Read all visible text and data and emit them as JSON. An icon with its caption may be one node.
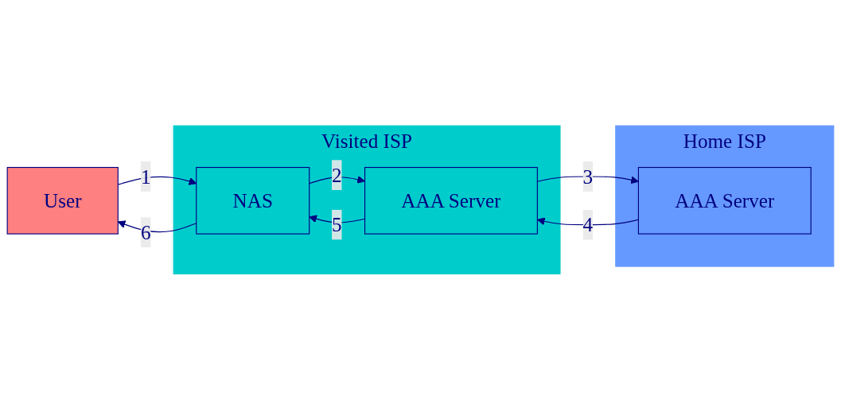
{
  "diagram": {
    "nodes": [
      {
        "text": [
          "Visited ISP"
        ]
      },
      {
        "text": [
          "AAA Server"
        ],
        "in": 0
      },
      {
        "text": [
          "NAS"
        ],
        "in": 0
      },
      {
        "text": [
          "Home ISP"
        ]
      },
      {
        "text": [
          "AAA Server"
        ],
        "in": 3
      },
      {
        "text": [
          "User"
        ]
      }
    ],
    "edges": [
      {
        "from": 5,
        "to": 2,
        "arrow": "to",
        "label": "1"
      },
      {
        "from": 2,
        "to": 1,
        "arrow": "to",
        "label": "2"
      },
      {
        "from": 1,
        "to": 4,
        "arrow": "to",
        "label": "3"
      },
      {
        "from": 4,
        "to": 1,
        "arrow": "to",
        "label": "4"
      },
      {
        "from": 1,
        "to": 2,
        "arrow": "to",
        "label": "5"
      },
      {
        "from": 2,
        "to": 5,
        "arrow": "to",
        "label": "6"
      }
    ]
  }
}
